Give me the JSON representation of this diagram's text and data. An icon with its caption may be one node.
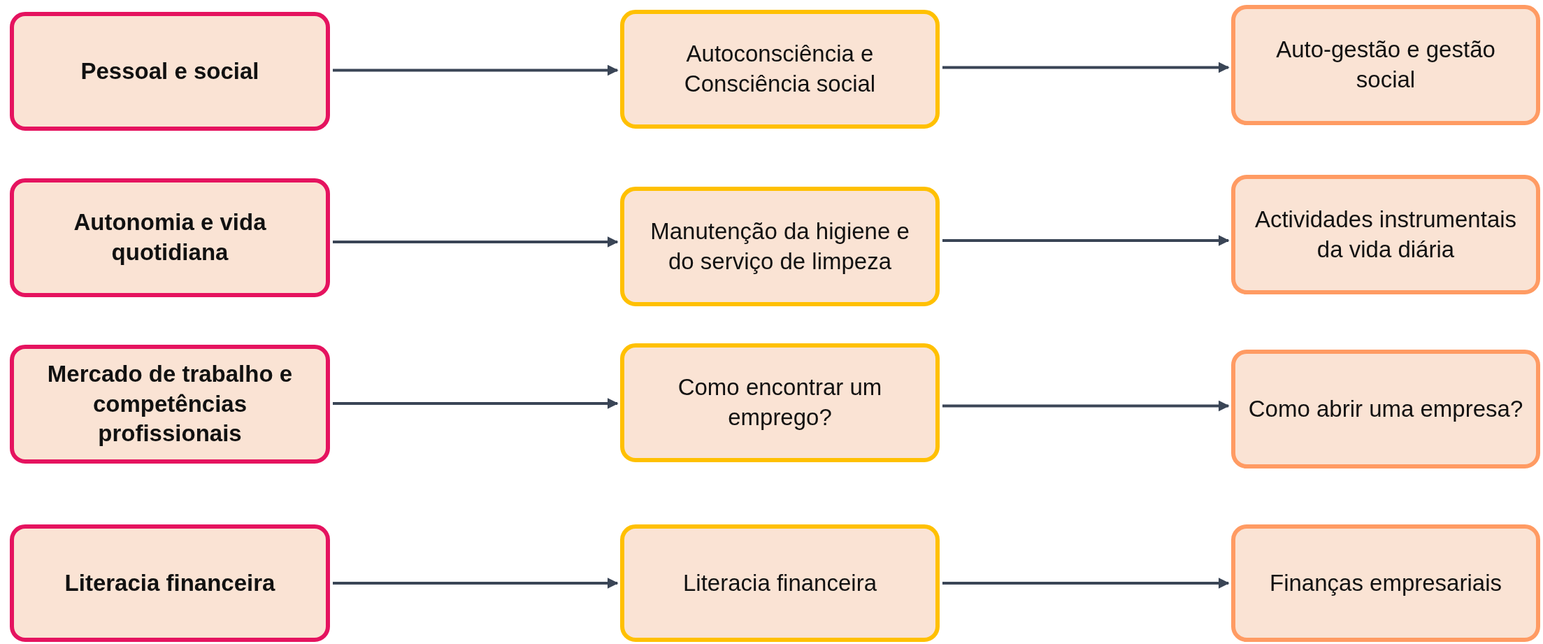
{
  "diagram": {
    "nodes": [
      {
        "text": [
          "Pessoal e social"
        ]
      },
      {
        "text": [
          "Autoconsciência e Consciência social"
        ]
      },
      {
        "text": [
          "Auto-gestão e gestão social"
        ]
      },
      {
        "text": [
          "Autonomia e vida quotidiana"
        ]
      },
      {
        "text": [
          "Manutenção da higiene e do serviço de limpeza"
        ]
      },
      {
        "text": [
          "Actividades instrumentais da vida diária"
        ]
      },
      {
        "text": [
          "Mercado de trabalho e competências profissionais"
        ]
      },
      {
        "text": [
          "Como encontrar um emprego?"
        ]
      },
      {
        "text": [
          "Como abrir uma empresa?"
        ]
      },
      {
        "text": [
          "Literacia financeira"
        ]
      },
      {
        "text": [
          "Literacia financeira"
        ]
      },
      {
        "text": [
          "Finanças empresariais"
        ]
      }
    ],
    "edges": [
      {
        "from": 0,
        "to": 1,
        "arrow": "to"
      },
      {
        "from": 1,
        "to": 2,
        "arrow": "to"
      },
      {
        "from": 3,
        "to": 4,
        "arrow": "to"
      },
      {
        "from": 4,
        "to": 5,
        "arrow": "to"
      },
      {
        "from": 6,
        "to": 7,
        "arrow": "to"
      },
      {
        "from": 7,
        "to": 8,
        "arrow": "to"
      },
      {
        "from": 9,
        "to": 10,
        "arrow": "to"
      },
      {
        "from": 10,
        "to": 11,
        "arrow": "to"
      }
    ]
  }
}
